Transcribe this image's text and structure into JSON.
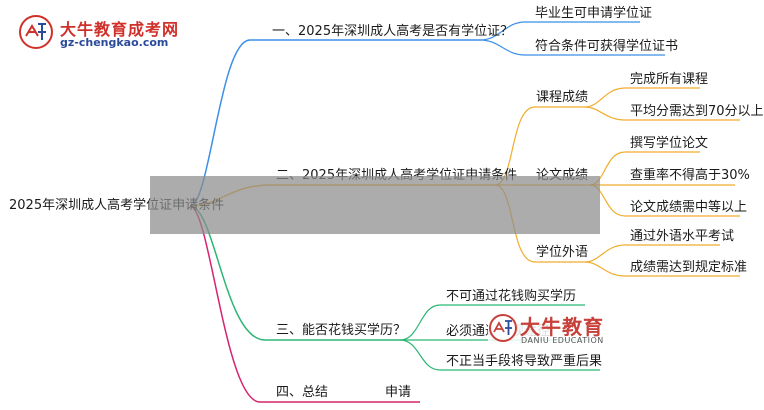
{
  "logo": {
    "name": "大牛教育成考网",
    "url": "gz-chengkao.com"
  },
  "watermark": {
    "name": "大牛教育",
    "sub": "DANIU EDUCATION"
  },
  "root": "2025年深圳成人高考学位证申请条件",
  "colors": {
    "branch1": "#3b8fe8",
    "branch2": "#f0ad2d",
    "branch3": "#2bb673",
    "branch4": "#d6246e",
    "overlay": "#a6a6a6"
  },
  "branches": [
    {
      "label": "一、2025年深圳成人高考是否有学位证？",
      "children": [
        {
          "label": "毕业生可申请学位证"
        },
        {
          "label": "符合条件可获得学位证书"
        }
      ]
    },
    {
      "label": "二、2025年深圳成人高考学位证申请条件",
      "children": [
        {
          "label": "课程成绩",
          "children": [
            {
              "label": "完成所有课程"
            },
            {
              "label": "平均分需达到70分以上"
            }
          ]
        },
        {
          "label": "论文成绩",
          "children": [
            {
              "label": "撰写学位论文"
            },
            {
              "label": "查重率不得高于30%"
            },
            {
              "label": "论文成绩需中等以上"
            }
          ]
        },
        {
          "label": "学位外语",
          "children": [
            {
              "label": "通过外语水平考试"
            },
            {
              "label": "成绩需达到规定标准"
            }
          ]
        }
      ]
    },
    {
      "label": "三、能否花钱买学历？",
      "children": [
        {
          "label": "不可通过花钱购买学历"
        },
        {
          "label": "必须通过正规途径"
        },
        {
          "label": "不正当手段将导致严重后果"
        }
      ]
    },
    {
      "label": "四、总结",
      "children": [
        {
          "label": "申请"
        }
      ]
    }
  ]
}
